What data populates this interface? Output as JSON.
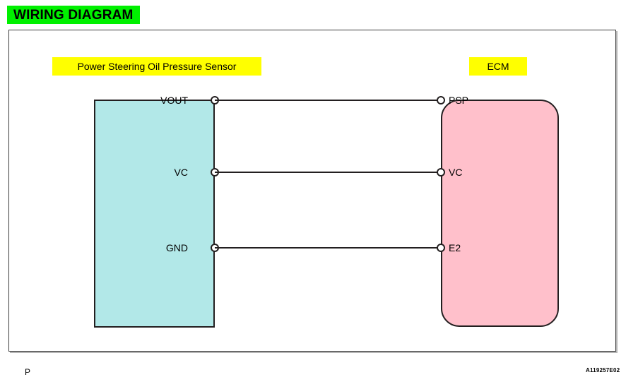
{
  "heading": {
    "text": "WIRING DIAGRAM",
    "background_color": "#00f000",
    "text_color": "#000000"
  },
  "diagram": {
    "left_component": {
      "caption": "Power Steering Oil Pressure Sensor",
      "caption_background": "#ffff00",
      "body_color": "#b2e8e8",
      "shape": "rectangle"
    },
    "right_component": {
      "caption": "ECM",
      "caption_background": "#ffff00",
      "body_color": "#ffc0cb",
      "shape": "rounded-rectangle"
    },
    "connections": [
      {
        "left_pin": "VOUT",
        "right_pin": "PSP"
      },
      {
        "left_pin": "VC",
        "right_pin": "VC"
      },
      {
        "left_pin": "GND",
        "right_pin": "E2"
      }
    ],
    "wire_color": "#231f20"
  },
  "footer": {
    "page_mark": "P",
    "figure_code": "A119257E02"
  }
}
